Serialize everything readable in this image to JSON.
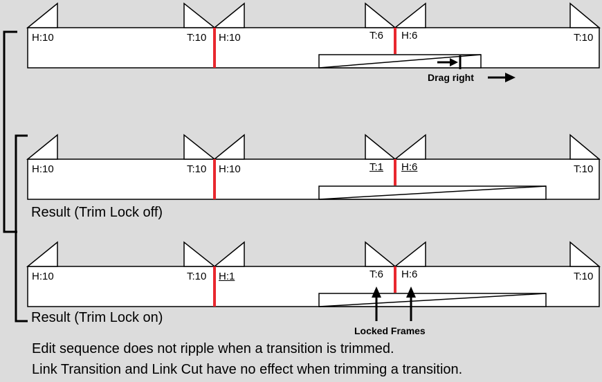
{
  "timelines": [
    {
      "head_start": "H:10",
      "cut1_tail": "T:10",
      "cut1_head": "H:10",
      "cut2_tail": "T:6",
      "cut2_head": "H:6",
      "tail_end": "T:10",
      "drag_label": "Drag right"
    },
    {
      "head_start": "H:10",
      "cut1_tail": "T:10",
      "cut1_head": "H:10",
      "cut2_tail": "T:1",
      "cut2_head": "H:6",
      "tail_end": "T:10",
      "caption": "Result (Trim Lock off)"
    },
    {
      "head_start": "H:10",
      "cut1_tail": "T:10",
      "cut1_head": "H:1",
      "cut2_tail": "T:6",
      "cut2_head": "H:6",
      "tail_end": "T:10",
      "caption": "Result (Trim Lock on)",
      "locked_label": "Locked Frames"
    }
  ],
  "notes": [
    "Edit sequence does not ripple when a transition is trimmed.",
    "Link Transition and Link Cut have no effect when trimming a transition."
  ],
  "colors": {
    "background": "#dcdcdc",
    "clip_fill": "#ffffff",
    "cut_line": "#e8282f",
    "stroke": "#000000"
  }
}
